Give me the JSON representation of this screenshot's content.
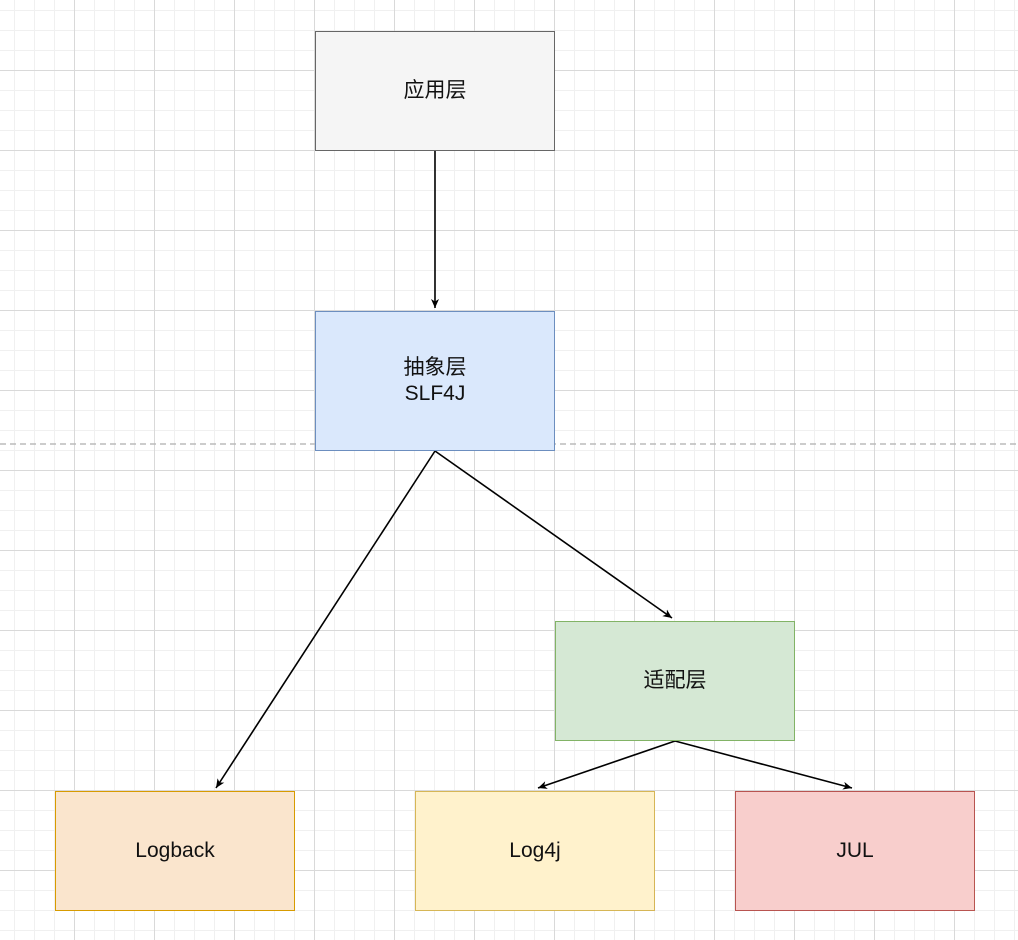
{
  "nodes": {
    "application": {
      "label": "应用层",
      "fill": "#f5f5f5",
      "stroke": "#666666"
    },
    "abstraction": {
      "label": "抽象层",
      "sublabel": "SLF4J",
      "fill": "#dae8fc",
      "stroke": "#6c8ebf"
    },
    "adapter": {
      "label": "适配层",
      "fill": "#d5e8d4",
      "stroke": "#82b366"
    },
    "logback": {
      "label": "Logback",
      "fill": "#fae5cd",
      "stroke": "#d79b00"
    },
    "log4j": {
      "label": "Log4j",
      "fill": "#fff2cc",
      "stroke": "#d6b656"
    },
    "jul": {
      "label": "JUL",
      "fill": "#f8cecc",
      "stroke": "#b85450"
    }
  },
  "edges": [
    {
      "from": "application",
      "to": "abstraction"
    },
    {
      "from": "abstraction",
      "to": "logback"
    },
    {
      "from": "abstraction",
      "to": "adapter"
    },
    {
      "from": "adapter",
      "to": "log4j"
    },
    {
      "from": "adapter",
      "to": "jul"
    }
  ],
  "colors": {
    "edge": "#000000",
    "divider": "#bbbbbb"
  }
}
